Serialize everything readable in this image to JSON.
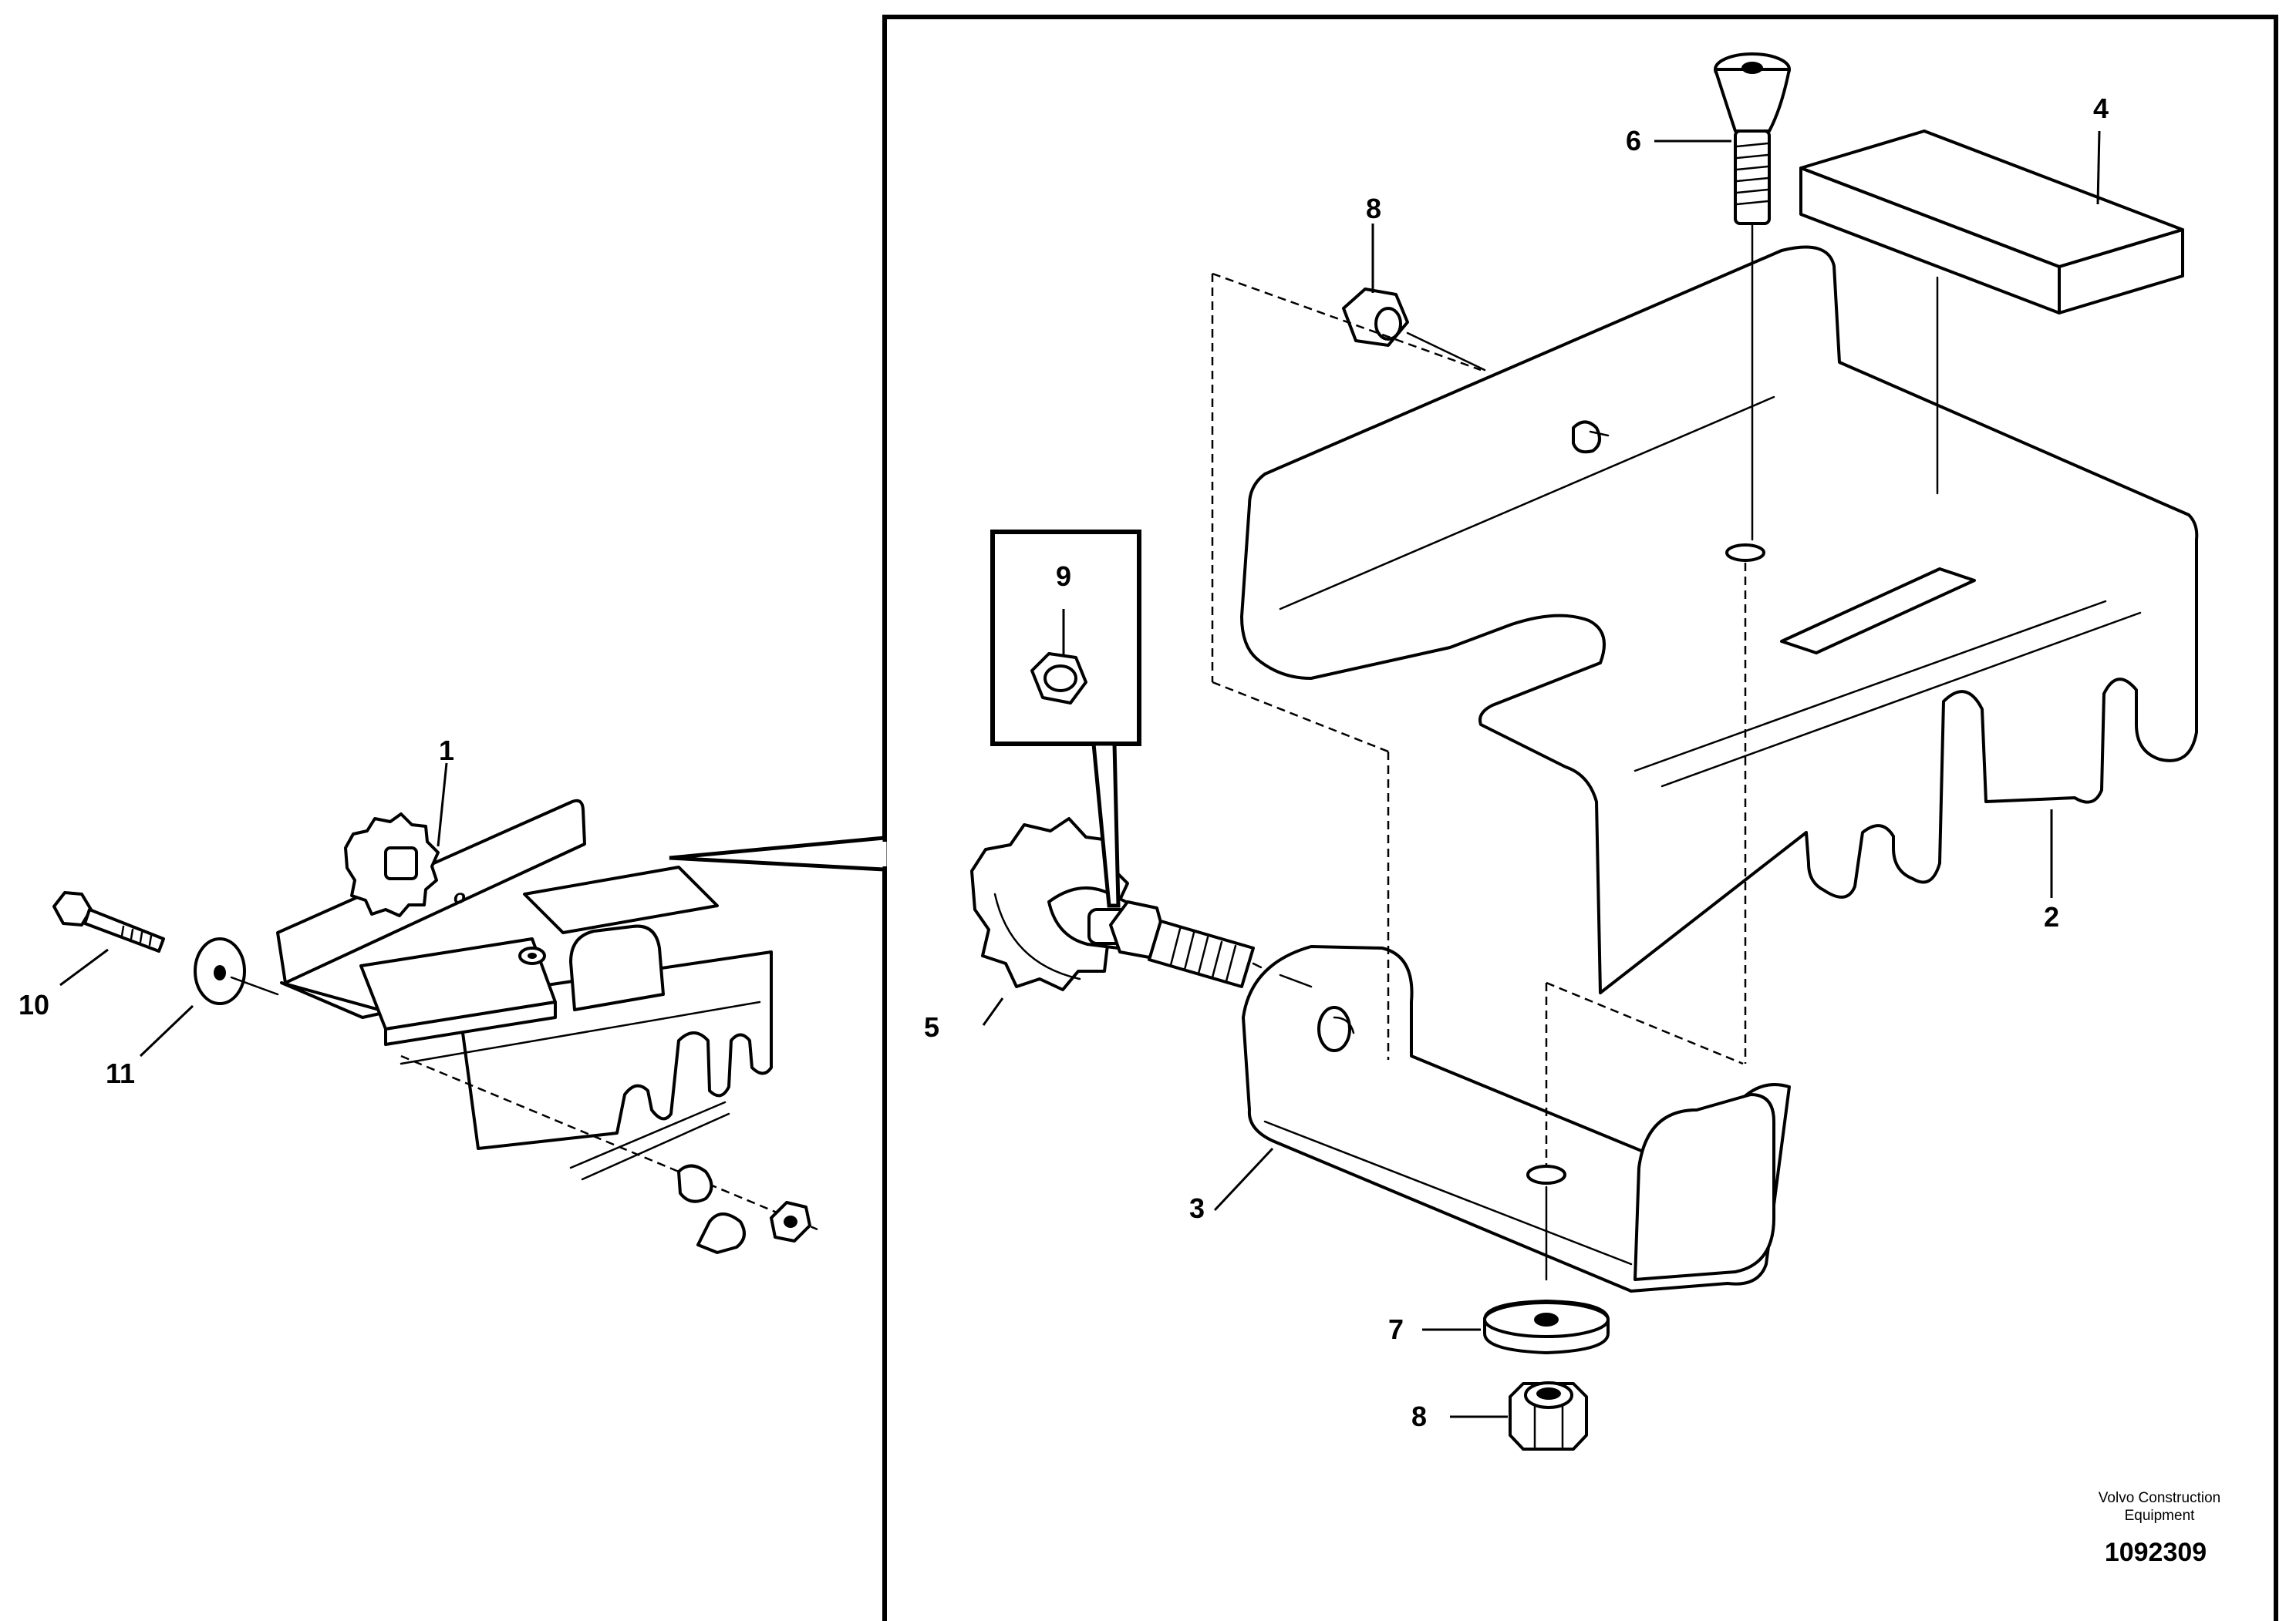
{
  "callouts": {
    "c1": "1",
    "c2": "2",
    "c3": "3",
    "c4": "4",
    "c5": "5",
    "c6": "6",
    "c7": "7",
    "c8a": "8",
    "c8b": "8",
    "c9": "9",
    "c10": "10",
    "c11": "11"
  },
  "credit": {
    "line1": "Volvo Construction",
    "line2": "Equipment",
    "number": "1092309"
  }
}
